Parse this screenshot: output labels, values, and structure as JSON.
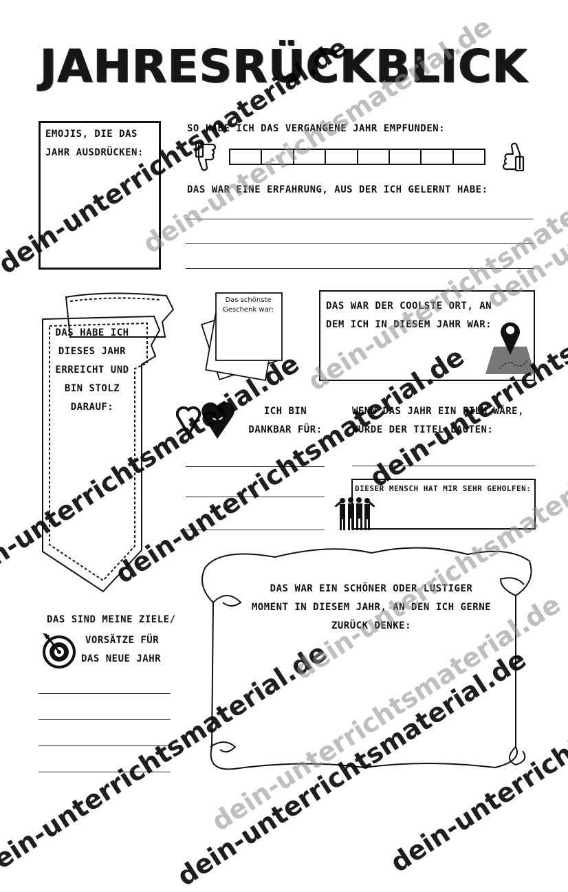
{
  "title": "JAHRESRÜCKBLICK",
  "emojis": {
    "label": "EMOJIS, DIE DAS JAHR AUSDRÜCKEN:"
  },
  "feeling": {
    "label": "SO HABE ICH DAS VERGANGENE JAHR EMPFUNDEN:",
    "scale_segments": 8
  },
  "experience": {
    "label": "DAS WAR EINE ERFAHRUNG, AUS DER ICH GELERNT HABE:"
  },
  "achievement": {
    "lines": [
      "DAS HABE ICH",
      "DIESES JAHR",
      "ERREICHT UND",
      "BIN STOLZ",
      "DARAUF:"
    ]
  },
  "gift": {
    "label": "Das schönste Geschenk war:"
  },
  "place": {
    "label": "DAS WAR DER COOLSTE ORT, AN DEM ICH IN DIESEM JAHR WAR:"
  },
  "grateful": {
    "lines": [
      "ICH BIN",
      "DANKBAR FÜR:"
    ]
  },
  "film": {
    "label": "WENN DAS JAHR EIN FILM WÄRE, WÜRDE DER TITEL LAUTEN:"
  },
  "helper": {
    "label": "DIESER MENSCH HAT MIR SEHR GEHOLFEN:"
  },
  "moment": {
    "lines": [
      "DAS WAR EIN SCHÖNER ODER LUSTIGER",
      "MOMENT IN DIESEM JAHR, AN DEN ICH GERNE",
      "ZURÜCK DENKE:"
    ]
  },
  "goals": {
    "lines": [
      "DAS SIND MEINE ZIELE/",
      "VORSÄTZE FÜR",
      "DAS NEUE JAHR"
    ]
  },
  "watermark": {
    "a": "dein-unterrichtsmaterial.de",
    "b": "dein-unterrichtsmaterial.de",
    "c": "dein-unterrichtsmaterial.de",
    "d": "dein-unterrichtsmaterial.de",
    "e": "dein-unterrichtsmaterial.de",
    "f": "dein-unterrichtsmaterial.de",
    "g": "dein-unterrichtsmaterial.de",
    "h": "dein-unterrichtsmaterial.de",
    "i": "dein-unterrichtsmaterial.de",
    "j": "dein-unterrichtsmaterial.de",
    "k": "dein-unterrichtsmaterial.de",
    "l": "dein-unterrichtsmaterial.de"
  }
}
